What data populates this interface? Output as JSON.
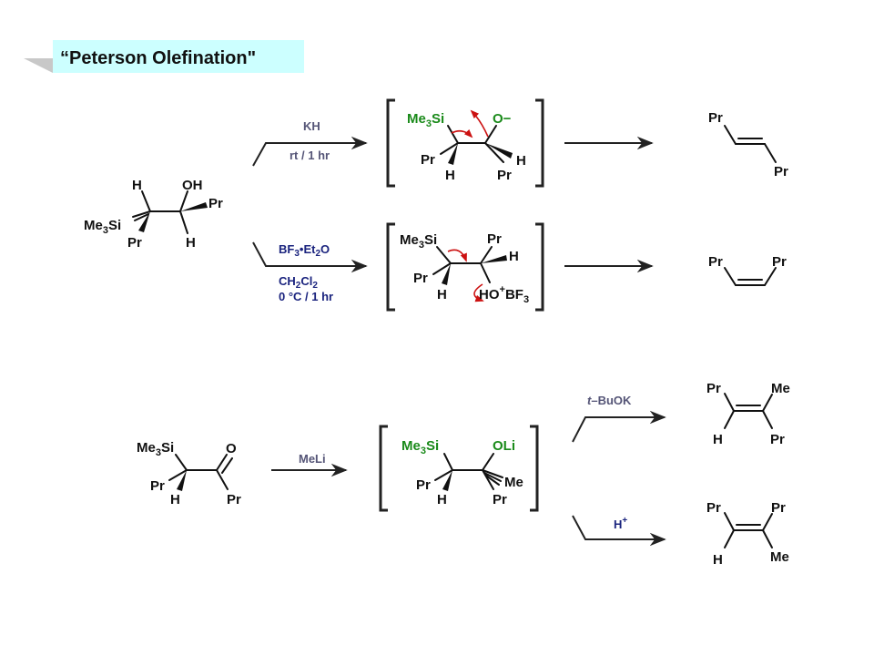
{
  "title": "“Peterson Olefination\"",
  "colors": {
    "title_bg": "#ccffff",
    "green": "#1a8a1a",
    "red": "#cc1111",
    "reagent_gray": "#555577",
    "reagent_navy": "#1a237e"
  },
  "labels": {
    "me3si": "Me3Si",
    "pr": "Pr",
    "h": "H",
    "oh": "OH",
    "o_minus": "O−",
    "o": "O",
    "oli": "OLi",
    "me": "Me",
    "ho": "HO",
    "bf3": "BF3"
  },
  "reagents": {
    "kh": "KH",
    "kh_cond": "rt / 1 hr",
    "bf3_et2o": "BF3•Et2O",
    "ch2cl2": "CH2Cl2",
    "bf3_cond": "0 °C / 1 hr",
    "meli": "MeLi",
    "tbuok": "t–BuOK",
    "hplus": "H+"
  }
}
